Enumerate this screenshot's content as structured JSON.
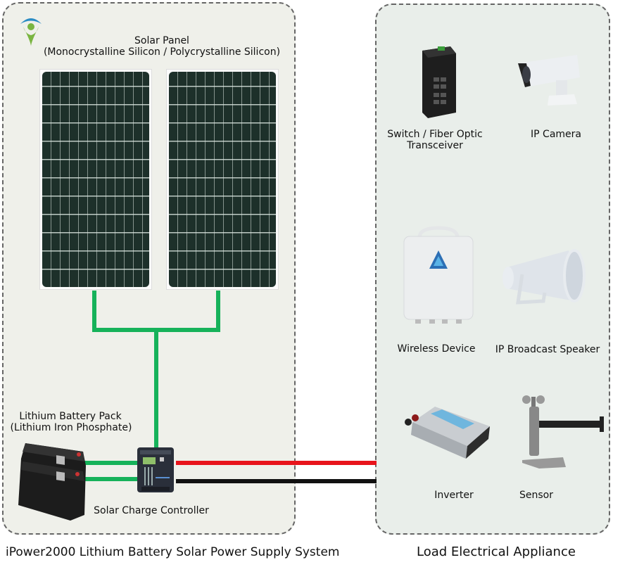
{
  "left_section": {
    "solar_panel_title": "Solar Panel",
    "solar_panel_subtitle": "(Monocrystalline Silicon / Polycrystalline Silicon)",
    "battery_title": "Lithium Battery Pack",
    "battery_subtitle": "(Lithium Iron Phosphate)",
    "controller_label": "Solar Charge Controller",
    "caption": "iPower2000 Lithium Battery Solar Power Supply System",
    "logo_icon": "location-pin-logo-icon"
  },
  "right_section": {
    "caption": "Load Electrical Appliance",
    "devices": [
      {
        "label_line1": "Switch / Fiber Optic",
        "label_line2": "Transceiver",
        "icon": "network-switch-icon"
      },
      {
        "label_line1": "IP Camera",
        "label_line2": "",
        "icon": "ip-camera-icon"
      },
      {
        "label_line1": "Wireless Device",
        "label_line2": "",
        "icon": "wireless-device-icon"
      },
      {
        "label_line1": "IP Broadcast Speaker",
        "label_line2": "",
        "icon": "horn-speaker-icon"
      },
      {
        "label_line1": "Inverter",
        "label_line2": "",
        "icon": "inverter-icon"
      },
      {
        "label_line1": "Sensor",
        "label_line2": "",
        "icon": "anemometer-sensor-icon"
      }
    ]
  },
  "colors": {
    "left_bg": "#eff0ea",
    "right_bg": "#e9eeea",
    "dc_wire": "#16b25a",
    "positive_wire": "#e8141b",
    "negative_wire": "#111111"
  }
}
